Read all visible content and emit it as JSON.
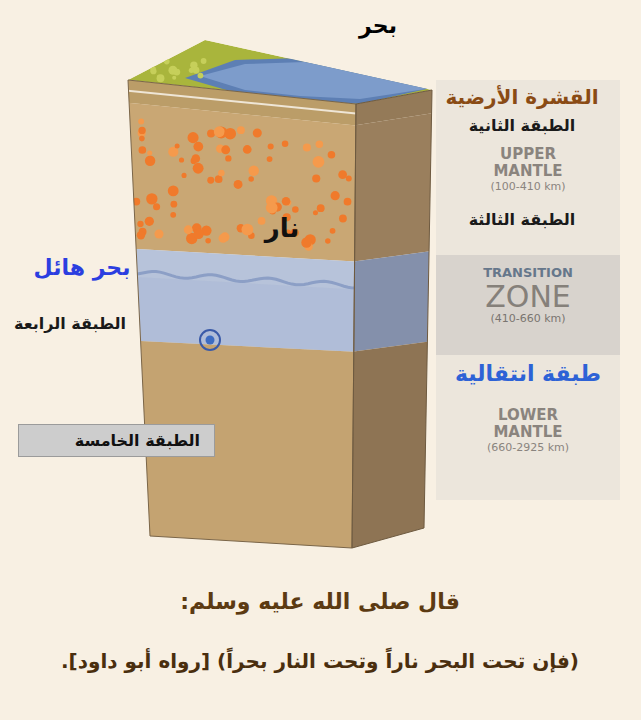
{
  "diagram": {
    "caption": "قال صلى الله عليه وسلم:",
    "nodes": [
      {
        "text": [
          "UPPER MANTLE",
          "(100-410 km)"
        ]
      },
      {
        "text": [
          "TRANSITION",
          "ZONE",
          "(410-660 km)"
        ]
      },
      {
        "text": [
          "LOWER MANTLE",
          "(660-2925 km)"
        ]
      },
      {
        "text": [
          "الطبقة الخامسة"
        ]
      }
    ],
    "labels": [
      "بحر",
      "القشرة الأرضية",
      "الطبقة الثانية",
      "نار",
      "الطبقة الثالثة",
      "بحر هائل",
      "الطبقة الرابعة",
      "طبقة انتقالية",
      "(فإن تحت البحر ناراً وتحت النار بحراً) [رواه أبو داود]."
    ]
  }
}
